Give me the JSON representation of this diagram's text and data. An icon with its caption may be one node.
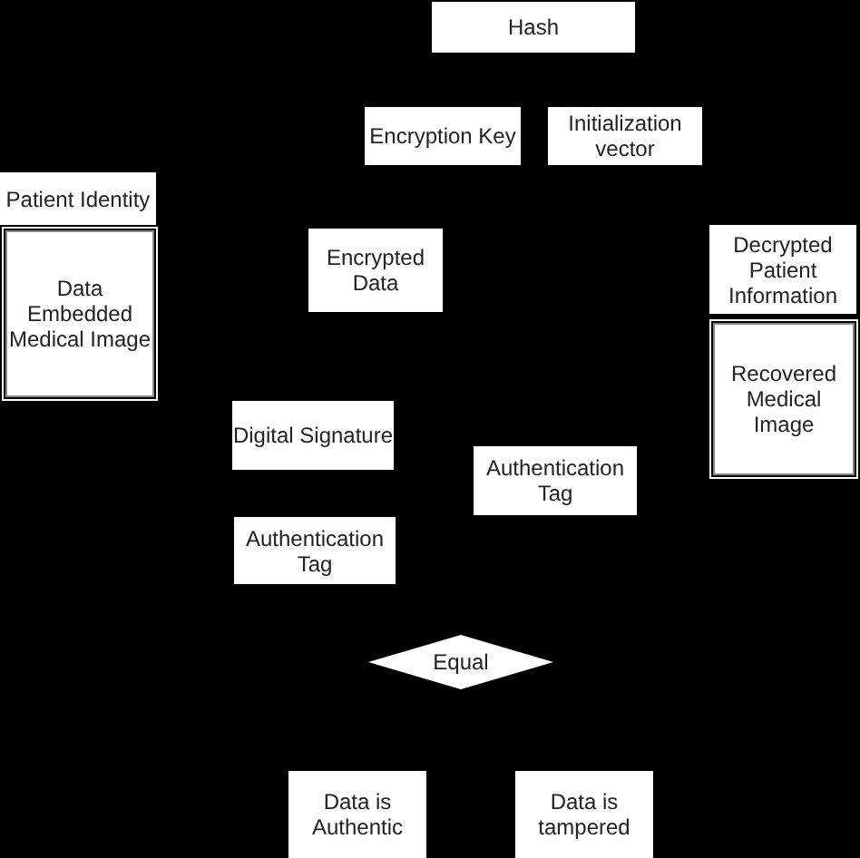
{
  "diagram": {
    "nodes": [
      {
        "text": [
          "Hash"
        ]
      },
      {
        "text": [
          "Encryption Key"
        ]
      },
      {
        "text": [
          "Initialization vector"
        ]
      },
      {
        "text": [
          "Patient Identity"
        ]
      },
      {
        "text": [
          "Data Embedded Medical Image"
        ]
      },
      {
        "text": [
          "Encrypted Data"
        ]
      },
      {
        "text": [
          "Decrypted Patient Information"
        ]
      },
      {
        "text": [
          "Recovered Medical Image"
        ]
      },
      {
        "text": [
          "Digital Signature"
        ]
      },
      {
        "text": [
          "Authentication Tag"
        ]
      },
      {
        "text": [
          "Authentication Tag"
        ]
      },
      {
        "text": [
          "Equal"
        ]
      },
      {
        "text": [
          "Data is Authentic"
        ]
      },
      {
        "text": [
          "Data is tampered"
        ]
      }
    ]
  }
}
